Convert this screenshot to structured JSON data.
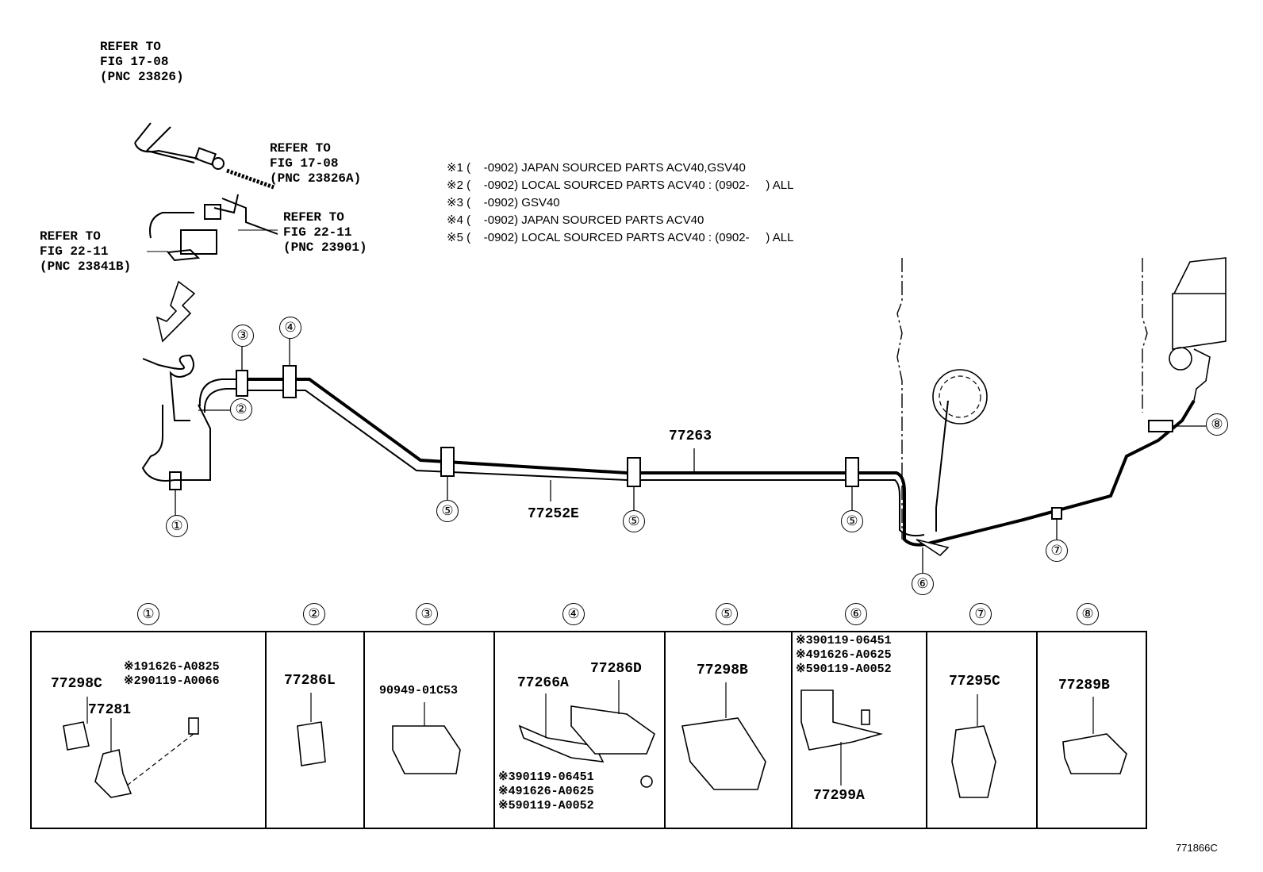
{
  "refs": {
    "top": "REFER TO\nFIG 17-08\n(PNC 23826)",
    "mid": "REFER TO\nFIG 17-08\n(PNC 23826A)",
    "right": "REFER TO\nFIG 22-11\n(PNC 23901)",
    "left": "REFER TO\nFIG 22-11\n(PNC 23841B)"
  },
  "notes": [
    "※1 (    -0902) JAPAN SOURCED PARTS ACV40,GSV40",
    "※2 (    -0902) LOCAL SOURCED PARTS ACV40 : (0902-     ) ALL",
    "※3 (    -0902) GSV40",
    "※4 (    -0902) JAPAN SOURCED PARTS ACV40",
    "※5 (    -0902) LOCAL SOURCED PARTS ACV40 : (0902-     ) ALL"
  ],
  "main_parts": {
    "upper_tube": "77263",
    "lower_tube": "77252E"
  },
  "callouts": [
    "①",
    "②",
    "③",
    "④",
    "⑤",
    "⑥",
    "⑦",
    "⑧"
  ],
  "table": {
    "headers": [
      "①",
      "②",
      "③",
      "④",
      "⑤",
      "⑥",
      "⑦",
      "⑧"
    ],
    "cell1": {
      "a": "77298C",
      "b": "77281",
      "notes": "※191626-A0825\n※290119-A0066"
    },
    "cell2": {
      "a": "77286L"
    },
    "cell3": {
      "a": "90949-01C53"
    },
    "cell4": {
      "a": "77266A",
      "b": "77286D",
      "notes": "※390119-06451\n※491626-A0625\n※590119-A0052"
    },
    "cell5": {
      "a": "77298B"
    },
    "cell6": {
      "notes": "※390119-06451\n※491626-A0625\n※590119-A0052",
      "a": "77299A"
    },
    "cell7": {
      "a": "77295C"
    },
    "cell8": {
      "a": "77289B"
    }
  },
  "diagram_code": "771866C"
}
